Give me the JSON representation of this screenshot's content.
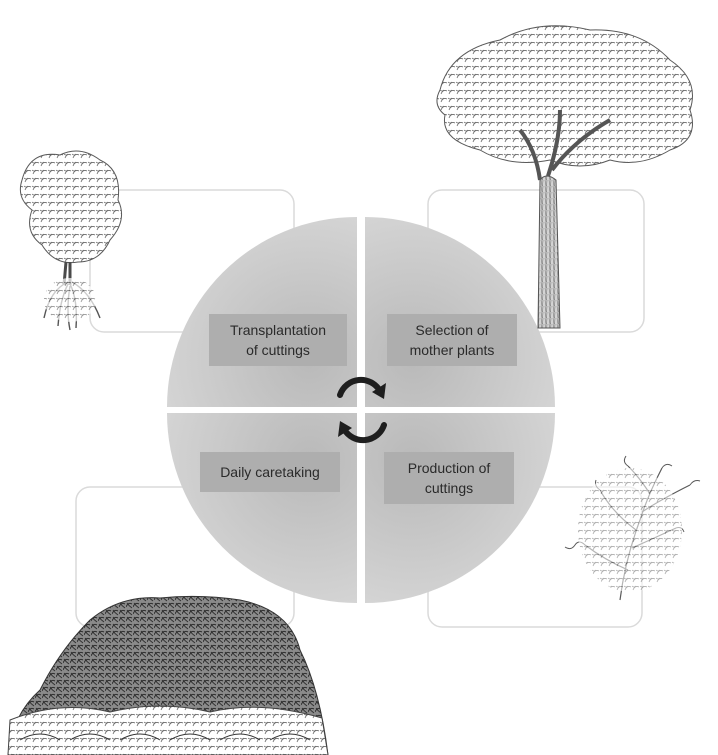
{
  "diagram": {
    "stages": [
      {
        "key": "top-left",
        "lines": [
          "Transplantation",
          "of cuttings"
        ]
      },
      {
        "key": "top-right",
        "lines": [
          "Selection of",
          "mother plants"
        ]
      },
      {
        "key": "bottom-left",
        "lines": [
          "Daily caretaking"
        ]
      },
      {
        "key": "bottom-right",
        "lines": [
          "Production of",
          "cuttings"
        ]
      }
    ],
    "cycle_icon": "circular-arrows-icon",
    "illustrations": [
      "small-tree-with-roots-illustration",
      "tall-tree-illustration",
      "branch-illustration",
      "seedling-tray-illustration"
    ]
  },
  "colors": {
    "circle_light": "#cfcfcf",
    "circle_mid": "#bdbdbd",
    "label_box": "#aeaeae",
    "outline": "#d9d9d9",
    "ink": "#3a3a3a"
  }
}
